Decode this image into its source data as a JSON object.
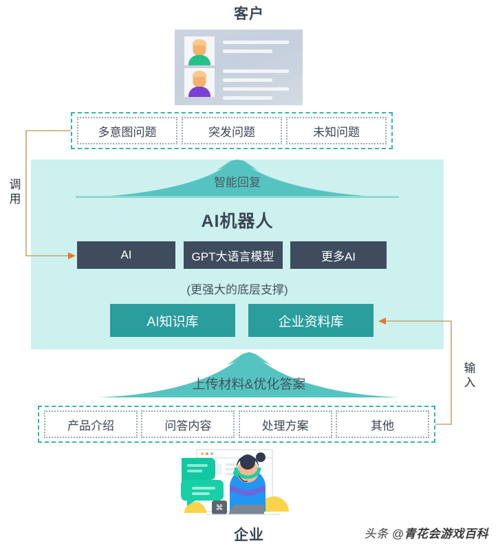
{
  "diagram": {
    "customer_title": "客户",
    "enterprise_title": "企业",
    "left_flow_label": "调\n用",
    "left_flow_label_chars": [
      "调",
      "用"
    ],
    "right_flow_label_chars": [
      "输",
      "入"
    ],
    "top_questions": [
      {
        "label": "多意图问题"
      },
      {
        "label": "突发问题"
      },
      {
        "label": "未知问题"
      }
    ],
    "ai_panel": {
      "smart_reply": "智能回复",
      "title": "AI机器人",
      "models": [
        {
          "label": "AI"
        },
        {
          "label": "GPT大语言模型"
        },
        {
          "label": "更多AI"
        }
      ],
      "support_note": "(更强大的底层支撑)",
      "knowledge_bases": [
        {
          "label": "AI知识库"
        },
        {
          "label": "企业资料库"
        }
      ]
    },
    "upload_label": "上传材料&优化答案",
    "bottom_materials": [
      {
        "label": "产品介绍"
      },
      {
        "label": "问答内容"
      },
      {
        "label": "处理方案"
      },
      {
        "label": "其他"
      }
    ],
    "watermark": {
      "prefix": "头条 @",
      "brand": "青花会游戏百科"
    },
    "colors": {
      "panel_bg": "#cdf1ee",
      "mountain": "#55c4c0",
      "model_box": "#3f4c5e",
      "kb_box": "#2a9d9d",
      "dashed_border": "#2fb6ae",
      "chip_border": "#9aa6b2",
      "connector": "#c9a46b",
      "arrow_head": "#e8762c",
      "title_text": "#3a4654"
    }
  }
}
